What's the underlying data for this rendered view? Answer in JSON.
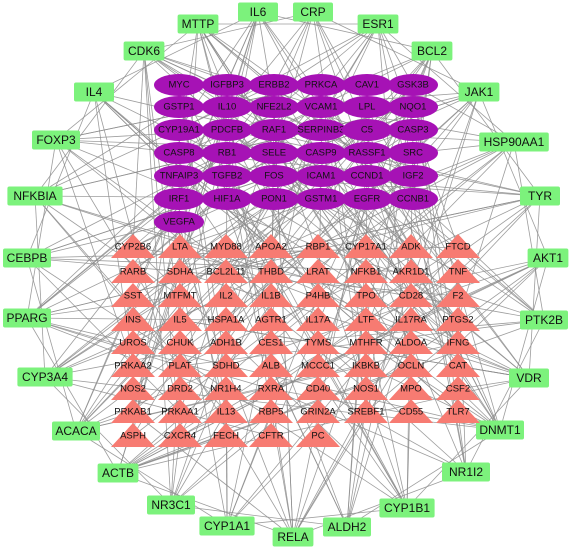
{
  "colors": {
    "outer_node": "#7CF27C",
    "core_node": "#A612B5",
    "target_node": "#F77B72",
    "edge": "#8C8C8C",
    "text": "#111111"
  },
  "node_shapes": {
    "outer_node": "rectangle",
    "core_node": "ellipse",
    "target_node": "triangle"
  },
  "outer_ring": [
    "IL6",
    "CRP",
    "ESR1",
    "BCL2",
    "JAK1",
    "HSP90AA1",
    "TYR",
    "AKT1",
    "PTK2B",
    "VDR",
    "DNMT1",
    "NR1I2",
    "CYP1B1",
    "ALDH2",
    "RELA",
    "CYP1A1",
    "NR3C1",
    "ACTB",
    "ACACA",
    "CYP3A4",
    "PPARG",
    "CEBPB",
    "NFKBIA",
    "FOXP3",
    "IL4",
    "CDK6",
    "MTTP"
  ],
  "core_rows": [
    [
      "MYC",
      "IGFBP3",
      "ERBB2",
      "PRKCA",
      "CAV1",
      "GSK3B"
    ],
    [
      "GSTP1",
      "IL10",
      "NFE2L2",
      "VCAM1",
      "LPL",
      "NQO1"
    ],
    [
      "CYP19A1",
      "PDCFB",
      "RAF1",
      "SERPINB3",
      "C5",
      "CASP3"
    ],
    [
      "CASP8",
      "RB1",
      "SELE",
      "CASP9",
      "RASSF1",
      "SRC"
    ],
    [
      "TNFAIP3",
      "TGFB2",
      "FOS",
      "ICAM1",
      "CCND1",
      "IGF2"
    ],
    [
      "IRF1",
      "HIF1A",
      "PON1",
      "GSTM1",
      "EGFR",
      "CCNB1"
    ],
    [
      "VEGFA"
    ]
  ],
  "target_rows": [
    [
      "CYP2B6",
      "LTA",
      "MYD88",
      "APOA2",
      "RBP1",
      "CYP17A1",
      "ADK",
      "FTCD"
    ],
    [
      "RARB",
      "SDHA",
      "BCL2L11",
      "THBD",
      "LRAT",
      "NFKB1",
      "AKR1D1",
      "TNF"
    ],
    [
      "SST",
      "MTFMT",
      "IL2",
      "IL1B",
      "P4HB",
      "TPO",
      "CD28",
      "F2"
    ],
    [
      "INS",
      "IL5",
      "HSPA1A",
      "AGTR1",
      "IL17A",
      "LTF",
      "IL17RA",
      "PTGS2"
    ],
    [
      "UROS",
      "CHUK",
      "ADH1B",
      "CES1",
      "TYMS",
      "MTHFR",
      "ALDOA",
      "IFNG"
    ],
    [
      "PRKAA2",
      "PLAT",
      "SDHD",
      "ALB",
      "MCCC1",
      "IKBKB",
      "OCLN",
      "CAT"
    ],
    [
      "NOS2",
      "DRD2",
      "NR1H4",
      "RXRA",
      "CD40",
      "NOS1",
      "MPO",
      "CSF2"
    ],
    [
      "PRKAB1",
      "PRKAA1",
      "IL13",
      "RBP5",
      "GRIN2A",
      "SREBF1",
      "CD55",
      "TLR7"
    ],
    [
      "ASPH",
      "CXCR4",
      "FECH",
      "CFTR",
      "PC"
    ]
  ]
}
